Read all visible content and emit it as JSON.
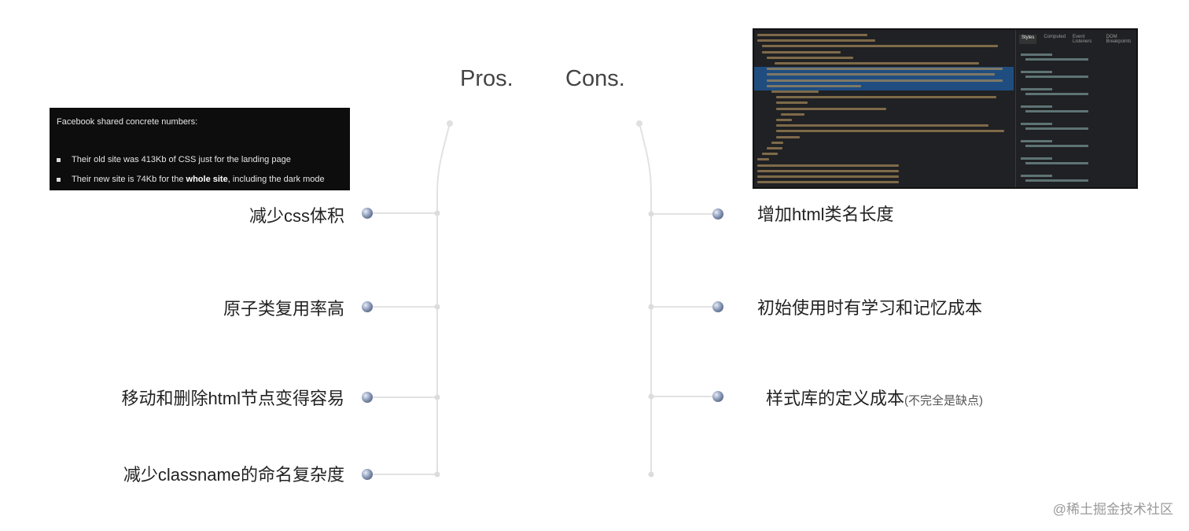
{
  "headings": {
    "pros": "Pros.",
    "cons": "Cons."
  },
  "facebook_box": {
    "title": "Facebook shared concrete numbers:",
    "bullets": [
      {
        "text": "Their old site was 413Kb of CSS just for the landing page"
      },
      {
        "prefix": "Their new site is 74Kb for the ",
        "bold": "whole site",
        "suffix": ", including the dark mode"
      }
    ]
  },
  "devtools_screenshot": {
    "tabs": [
      "Styles",
      "Computed",
      "Event Listeners",
      "DOM Breakpoints"
    ]
  },
  "pros": [
    "减少css体积",
    "原子类复用率高",
    "移动和删除html节点变得容易",
    "减少classname的命名复杂度"
  ],
  "cons": [
    {
      "text": "增加html类名长度"
    },
    {
      "text": "初始使用时有学习和记忆成本"
    },
    {
      "text": "样式库的定义成本",
      "note": "(不完全是缺点)"
    }
  ],
  "watermark": "@稀土掘金技术社区",
  "colors": {
    "pros_line": "#6a9ac0",
    "cons_line": "#3a4a78",
    "connector": "#e2e2e2",
    "dot": "#8a9ab8"
  }
}
